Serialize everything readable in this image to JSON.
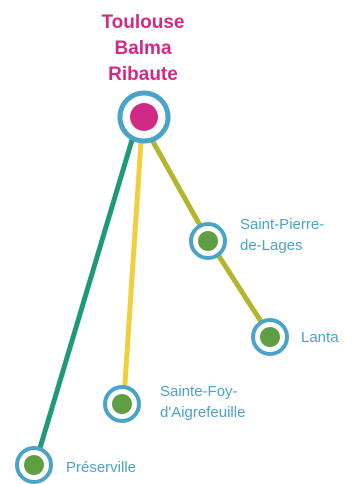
{
  "hub": {
    "lines": [
      "Toulouse",
      "Balma",
      "Ribaute"
    ],
    "color": "#d12a86",
    "ring_color": "#4aa3c9"
  },
  "stops": [
    {
      "id": "saint-pierre",
      "label_lines": [
        "Saint-Pierre-",
        "de-Lages"
      ]
    },
    {
      "id": "lanta",
      "label_lines": [
        "Lanta"
      ]
    },
    {
      "id": "sainte-foy",
      "label_lines": [
        "Sainte-Foy-",
        "d'Aigrefeuille"
      ]
    },
    {
      "id": "preserville",
      "label_lines": [
        "Préserville"
      ]
    }
  ],
  "stop_colors": {
    "fill": "#5f9e45",
    "ring": "#4aa3c9",
    "label": "#4aa3c9"
  },
  "routes": [
    {
      "to": "preserville",
      "color": "#1f9a77"
    },
    {
      "to": "sainte-foy",
      "color": "#f0cf3c"
    },
    {
      "to": "saint-pierre",
      "color": "#b3b52c"
    },
    {
      "to": "lanta",
      "color": "#b3b52c"
    }
  ]
}
